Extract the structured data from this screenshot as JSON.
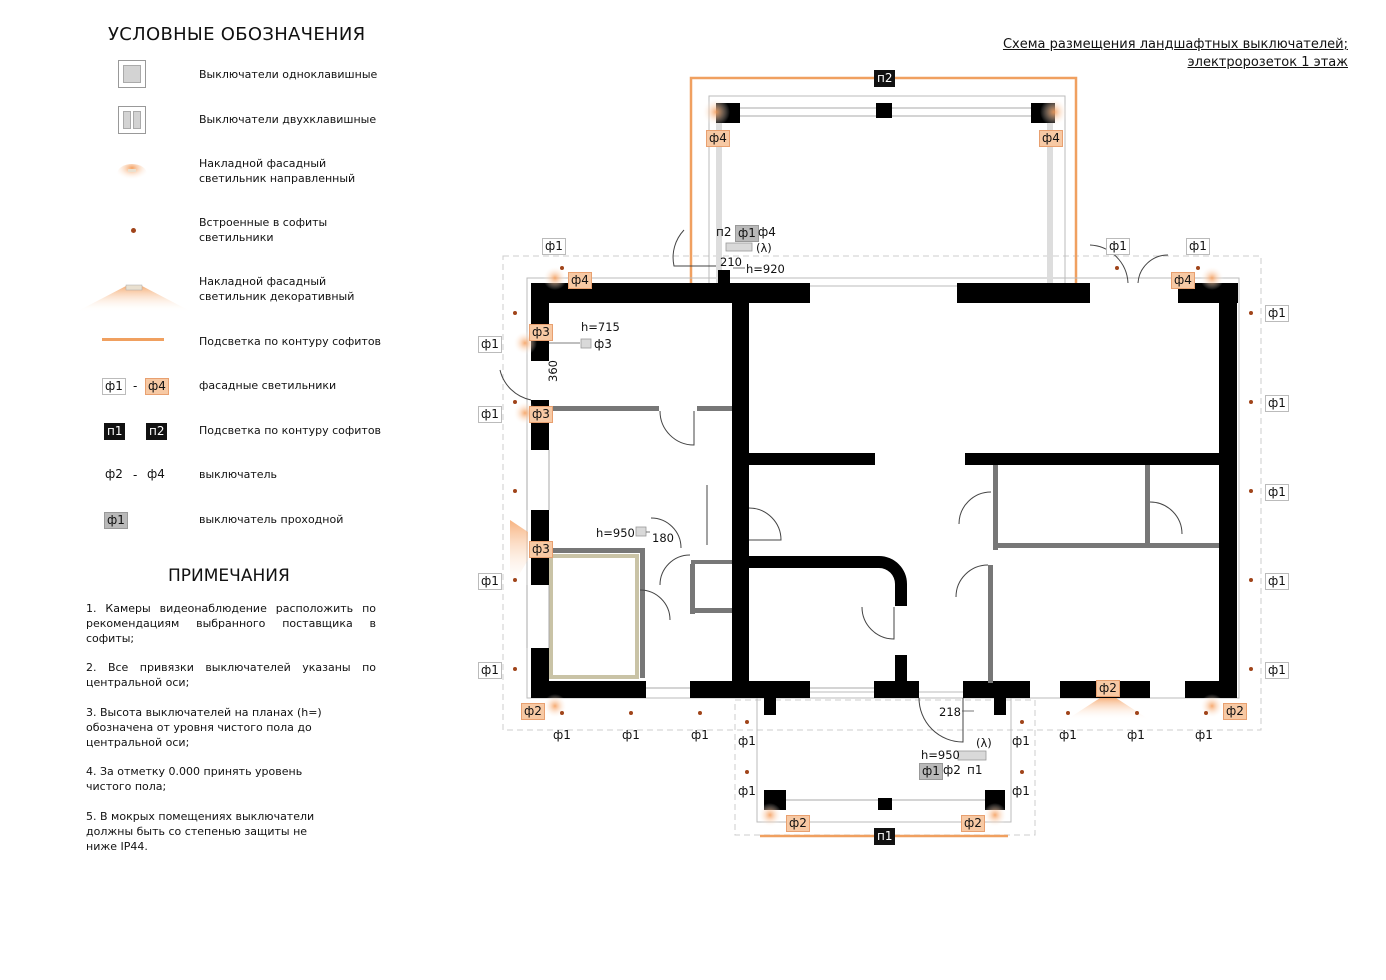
{
  "legend": {
    "title": "УСЛОВНЫЕ ОБОЗНАЧЕНИЯ",
    "items": [
      {
        "label": "Выключатели одноклавишные",
        "symbol": "switch-single-icon"
      },
      {
        "label": "Выключатели двухклавишные",
        "symbol": "switch-double-icon"
      },
      {
        "label": "Накладной фасадный светильник направленный",
        "symbol": "facade-directional-light-icon"
      },
      {
        "label": "Встроенные в софиты светильники",
        "symbol": "soffit-downlight-icon"
      },
      {
        "label": "Накладной фасадный светильник декоративный",
        "symbol": "facade-decorative-light-icon"
      },
      {
        "label": "Подсветка по контуру софитов",
        "symbol": "soffit-contour-line-icon"
      },
      {
        "label": "фасадные светильники",
        "symbol": "facade-lights-tags"
      },
      {
        "label": "Подсветка по контуру софитов",
        "symbol": "contour-tags"
      },
      {
        "label": "выключатель",
        "symbol": "switch-tags"
      },
      {
        "label": "выключатель проходной",
        "symbol": "passthrough-switch-tag"
      }
    ],
    "tags": {
      "f1": "ф1",
      "f2": "ф2",
      "f4": "ф4",
      "p1": "п1",
      "p2": "п2",
      "dash": "-"
    }
  },
  "notes": {
    "title": "ПРИМЕЧАНИЯ",
    "items": [
      "1. Камеры видеонаблюдение расположить по рекомендациям выбранного поставщика в софиты;",
      "2. Все привязки выключателей указаны по центральной оси;",
      "3. Высота выключателей на планах (h=) обозначена от уровня чистого пола до центральной оси;",
      "4. За отметку 0.000 принять уровень чистого пола;",
      "5. В мокрых помещениях выключатели должны быть со степенью защиты не ниже IP44."
    ]
  },
  "plan": {
    "title_line1": "Схема размещения ландшафтных выключателей;",
    "title_line2": "электророзеток 1 этаж",
    "dims": {
      "h920": "h=920",
      "d210": "210",
      "h715": "h=715",
      "d360": "360",
      "h950a": "h=950",
      "d180": "180",
      "d218": "218",
      "h950b": "h=950",
      "lambda": "(λ)"
    },
    "colors": {
      "wall": "#000000",
      "contour": "#f0a060",
      "light": "#f7c9a4",
      "dot": "#a0441a"
    }
  }
}
